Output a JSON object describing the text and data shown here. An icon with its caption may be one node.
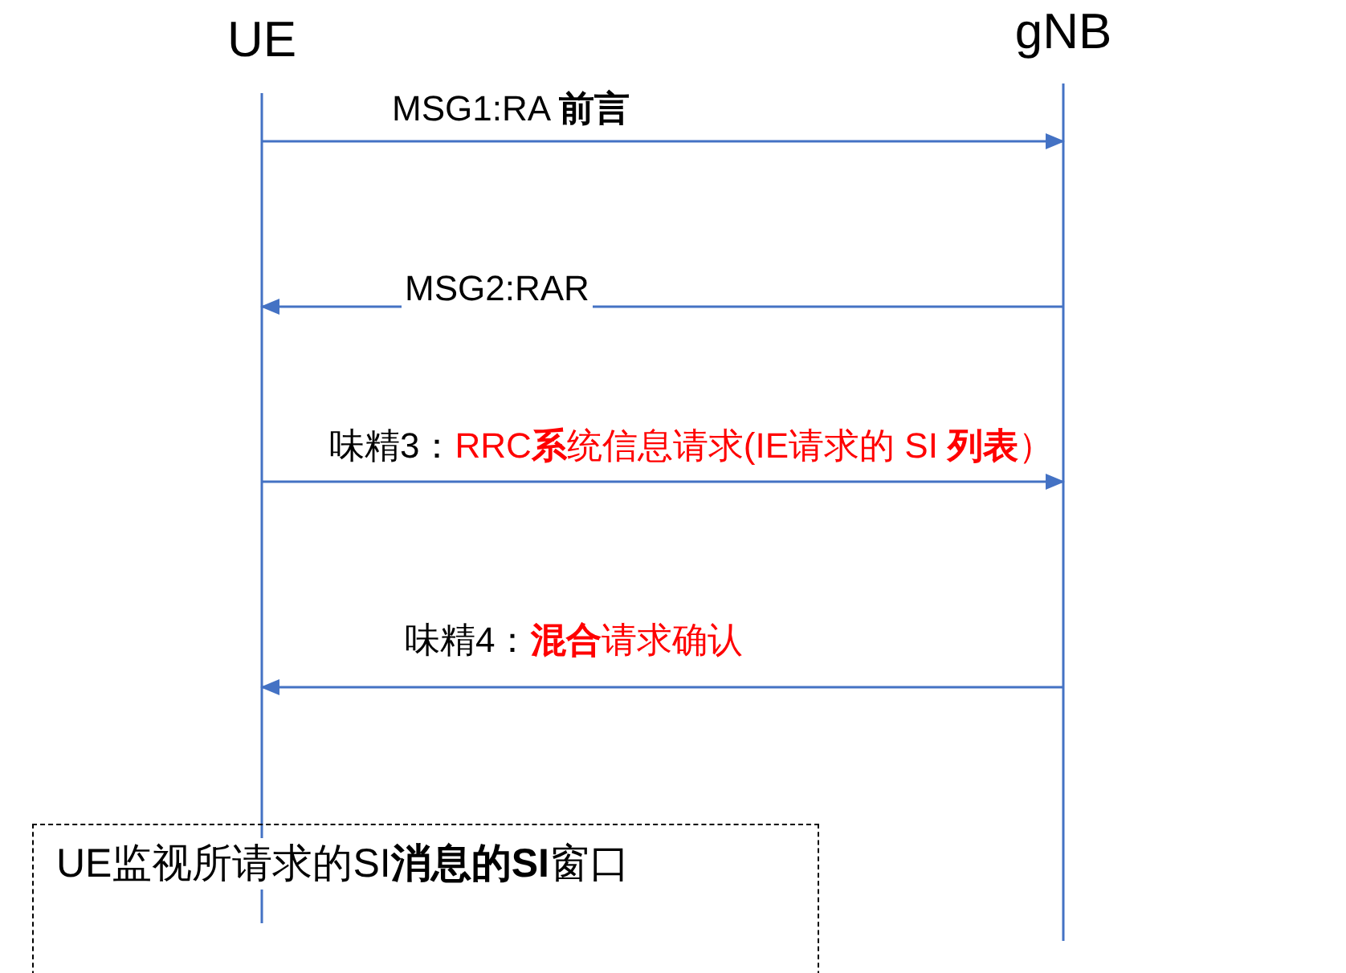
{
  "diagram": {
    "nodes": [
      {
        "text": [
          "UE"
        ]
      },
      {
        "text": [
          "gNB"
        ]
      },
      {
        "text": [
          "UE监视所请求的SI**消息的SI**窗口"
        ]
      }
    ],
    "edges": [
      {
        "from": 0,
        "to": 1,
        "arrow": "to",
        "label": "MSG1:RA **前言**"
      },
      {
        "from": 1,
        "to": 0,
        "arrow": "to",
        "label": "MSG2:RAR"
      },
      {
        "from": 0,
        "to": 1,
        "arrow": "to",
        "label": "味精3：RRC**系**统信息请求(IE请求的 SI **列表**）"
      },
      {
        "from": 1,
        "to": 0,
        "arrow": "to",
        "label": "味精4：**混合**请求确认"
      }
    ]
  }
}
